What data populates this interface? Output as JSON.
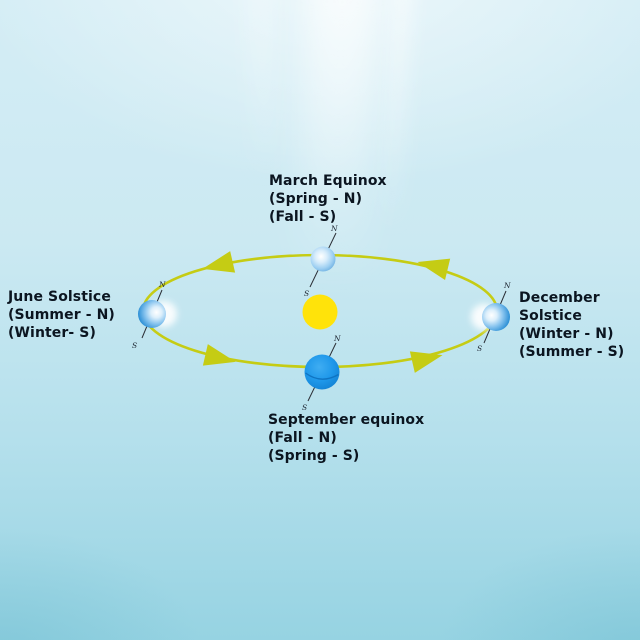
{
  "diagram": {
    "labels": {
      "march": {
        "lines": [
          "March Equinox",
          "(Spring - N)",
          "(Fall - S)"
        ]
      },
      "june": {
        "lines": [
          "June Solstice",
          "(Summer - N)",
          "(Winter- S)"
        ]
      },
      "december": {
        "lines": [
          "December",
          "Solstice",
          "(Winter - N)",
          "(Summer - S)"
        ]
      },
      "september": {
        "lines": [
          "September equinox",
          "(Fall - N)",
          "(Spring - S)"
        ]
      }
    },
    "compass": {
      "north": "N",
      "south": "S"
    },
    "colors": {
      "background_top": "#d4edf5",
      "background_bottom": "#96d3e2",
      "orbit": "#c5cc14",
      "sun": "#ffe30a",
      "earth_light_blue": "#a9d6f5",
      "earth_deep_blue": "#1e96e8",
      "axis_line": "#2b2f36",
      "label_text": "#0b1520"
    }
  }
}
